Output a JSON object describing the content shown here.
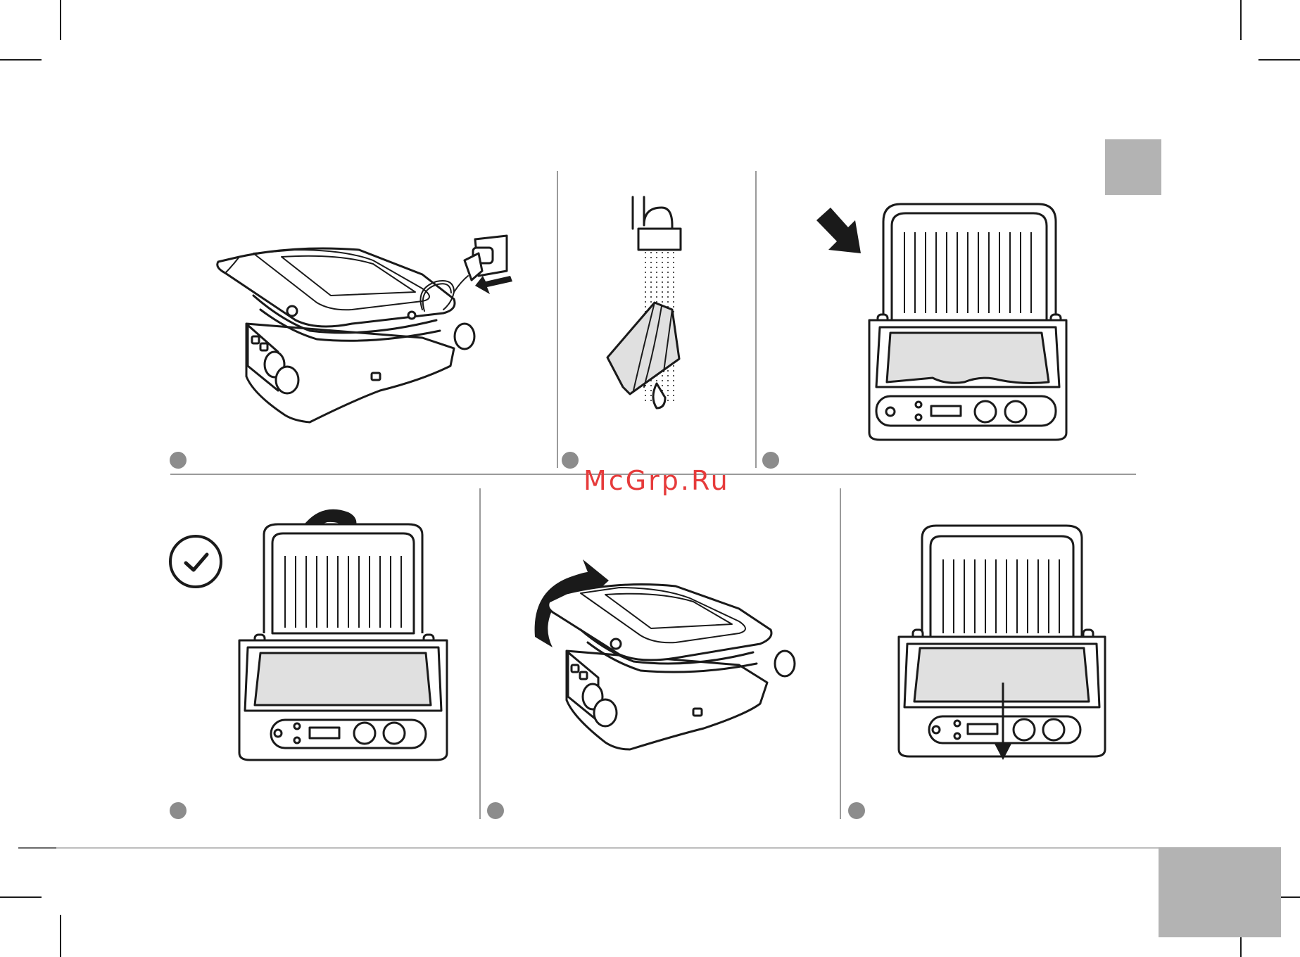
{
  "watermark": {
    "text": "McGrp.Ru",
    "color": "#e63b3b"
  },
  "colors": {
    "side_tab": "#b3b3b3",
    "step_dot": "#8c8c8c",
    "line_art": "#1a1a1a"
  },
  "steps": [
    {
      "panel": 1,
      "illustration": "grill-unplugged-from-wall-socket",
      "marker": "step-dot"
    },
    {
      "panel": 2,
      "illustration": "damp-cloth-under-tap",
      "marker": "step-dot"
    },
    {
      "panel": 3,
      "illustration": "open-grill-lower-plate-indicated",
      "marker": "step-dot"
    },
    {
      "panel": 4,
      "illustration": "open-grill-close-lid-with-check-icon",
      "marker": "step-dot"
    },
    {
      "panel": 5,
      "illustration": "closed-grill-lift-lid",
      "marker": "step-dot"
    },
    {
      "panel": 6,
      "illustration": "open-grill-remove-plate-downward",
      "marker": "step-dot"
    }
  ],
  "icons": [
    "check-circle-icon",
    "curved-arrow-icon",
    "arrow-icon",
    "plug-icon",
    "water-drop-icon"
  ]
}
